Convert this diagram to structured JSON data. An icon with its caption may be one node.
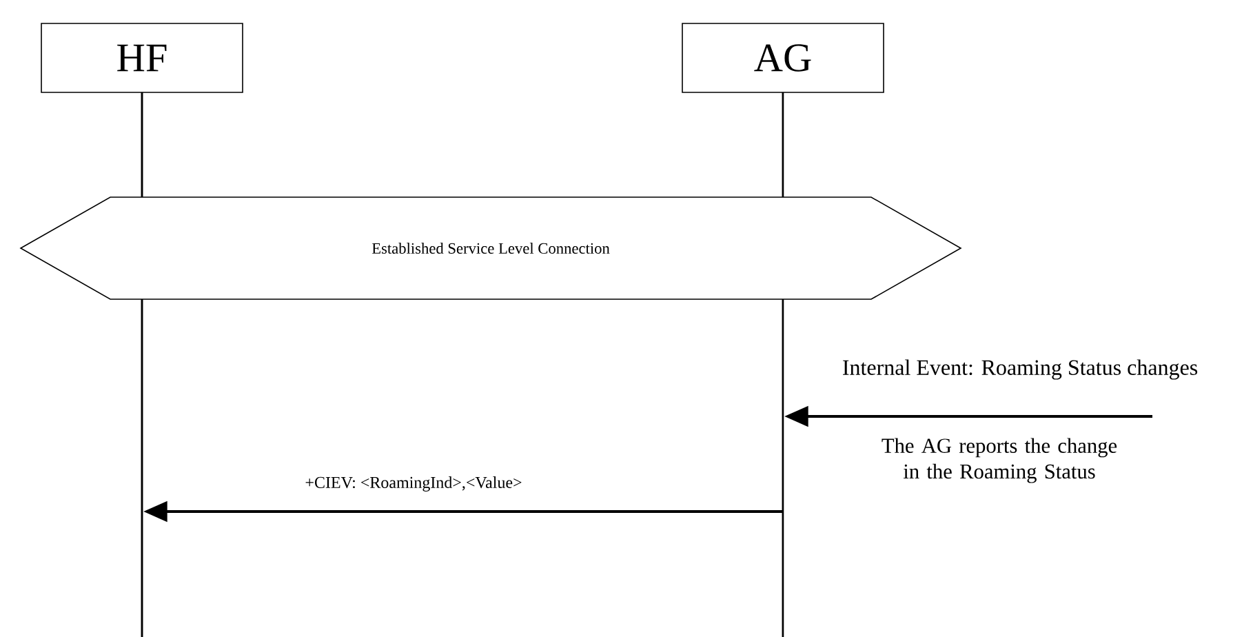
{
  "diagram": {
    "nodes": [
      {
        "text": [
          "HF"
        ]
      },
      {
        "text": [
          "AG"
        ]
      },
      {
        "text": [],
        "shape": "bar"
      },
      {
        "text": [],
        "shape": "bar"
      },
      {
        "text": [
          "Established Service Level Connection"
        ]
      }
    ],
    "edges": [
      {
        "from": null,
        "to": 3,
        "arrow": "to",
        "label": "Internal Event: Roaming Status changes"
      },
      {
        "from": 3,
        "to": 2,
        "arrow": "to",
        "label": "+CIEV: <RoamingInd>,<Value>"
      }
    ],
    "labels": [
      "The AG reports the change in the Roaming Status"
    ]
  }
}
